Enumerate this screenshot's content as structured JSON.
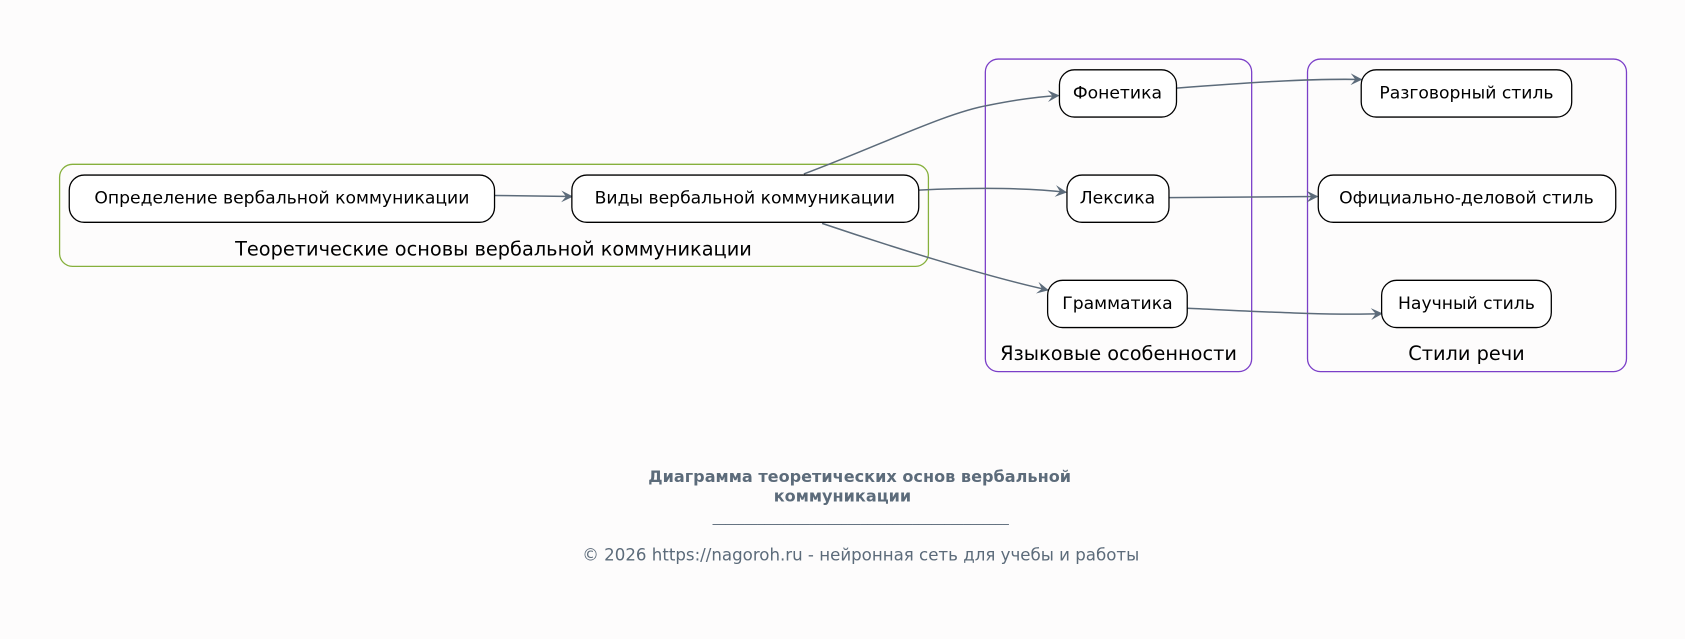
{
  "clusters": {
    "theory": {
      "label": "Теоретические основы вербальной коммуникации",
      "color": "#86b03c"
    },
    "language": {
      "label": "Языковые особенности",
      "color": "#7b3fc8"
    },
    "styles": {
      "label": "Стили речи",
      "color": "#7b3fc8"
    }
  },
  "nodes": {
    "definition": "Определение вербальной коммуникации",
    "types": "Виды вербальной коммуникации",
    "phonetics": "Фонетика",
    "lexicon": "Лексика",
    "grammar": "Грамматика",
    "colloquial": "Разговорный стиль",
    "official": "Официально-деловой стиль",
    "scientific": "Научный стиль"
  },
  "footer": {
    "title_line1": "Диаграмма теоретических основ вербальной",
    "title_line2": "коммуникации",
    "rule": "______________________________________________",
    "copyright": "© 2026 https://nagoroh.ru - нейронная сеть для учебы и работы"
  },
  "colors": {
    "edge": "#5c6b7a",
    "footer": "#5c6b7a"
  }
}
